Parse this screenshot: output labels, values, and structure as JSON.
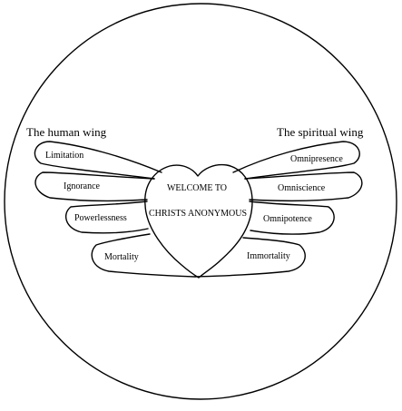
{
  "left_wing": {
    "title": "The human wing",
    "feathers": [
      "Limitation",
      "Ignorance",
      "Powerlessness",
      "Mortality"
    ]
  },
  "right_wing": {
    "title": "The spiritual wing",
    "feathers": [
      "Omnipresence",
      "Omniscience",
      "Omnipotence",
      "Immortality"
    ]
  },
  "heart": {
    "line1": "WELCOME TO",
    "line2": "CHRISTS ANONYMOUS"
  }
}
